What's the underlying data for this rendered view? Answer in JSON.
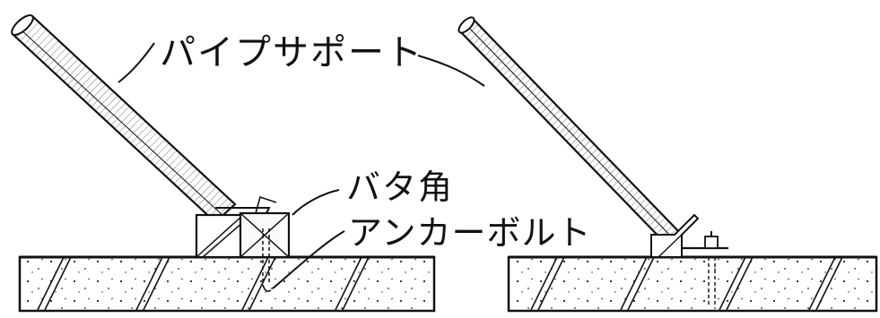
{
  "labels": {
    "pipe_support": "パイプサポート",
    "bata_kaku": "バタ角",
    "anchor_bolt": "アンカーボルト"
  },
  "colors": {
    "ink": "#111111",
    "paper": "#ffffff",
    "concrete_fill": "#f3f3f3"
  }
}
